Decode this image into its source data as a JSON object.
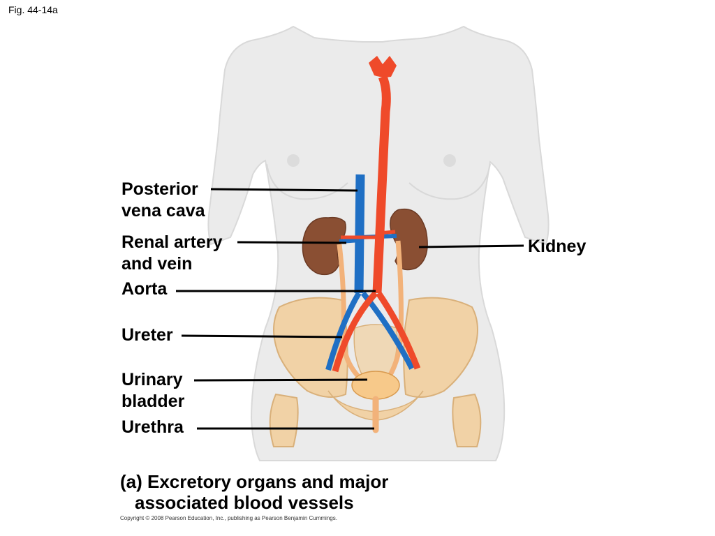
{
  "figure_label": "Fig. 44-14a",
  "labels": {
    "posterior_vena_cava": [
      "Posterior",
      "vena cava"
    ],
    "renal_artery_vein": [
      "Renal artery",
      "and vein"
    ],
    "aorta": "Aorta",
    "ureter": "Ureter",
    "urinary_bladder": [
      "Urinary",
      "bladder"
    ],
    "urethra": "Urethra",
    "kidney": "Kidney"
  },
  "caption": [
    "(a) Excretory organs and major",
    "associated blood vessels"
  ],
  "copyright": "Copyright © 2008 Pearson Education, Inc., publishing as Pearson Benjamin Cummings.",
  "colors": {
    "body": "#ebebeb",
    "body_outline": "#d9d9d9",
    "artery": "#ef4a2a",
    "vein": "#1f6fc4",
    "kidney": "#8a4f33",
    "ureter": "#f2b27a",
    "bone": "#f1d2a6",
    "bladder": "#f7c98a"
  }
}
